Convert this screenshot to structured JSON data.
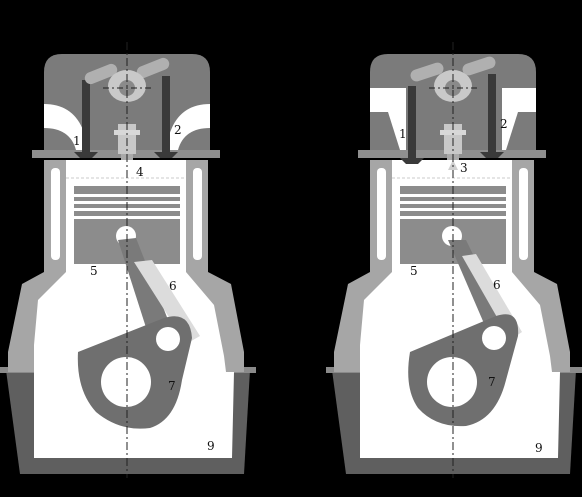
{
  "engines": [
    {
      "id": "left",
      "labels": {
        "l1": "1",
        "l2": "2",
        "l4": "4",
        "l5": "5",
        "l6": "6",
        "l7": "7",
        "l9": "9"
      }
    },
    {
      "id": "right",
      "labels": {
        "l1": "1",
        "l2": "2",
        "l3": "3",
        "l5": "5",
        "l6": "6",
        "l7": "7",
        "l9": "9"
      }
    }
  ],
  "colors": {
    "background": "#000000",
    "block_dark": "#636363",
    "head_gray": "#7b7b7b",
    "liner_gray": "#a9a9a9",
    "piston_gray": "#8c8c8c",
    "white": "#ffffff",
    "crank_gray": "#6f6f6f"
  }
}
